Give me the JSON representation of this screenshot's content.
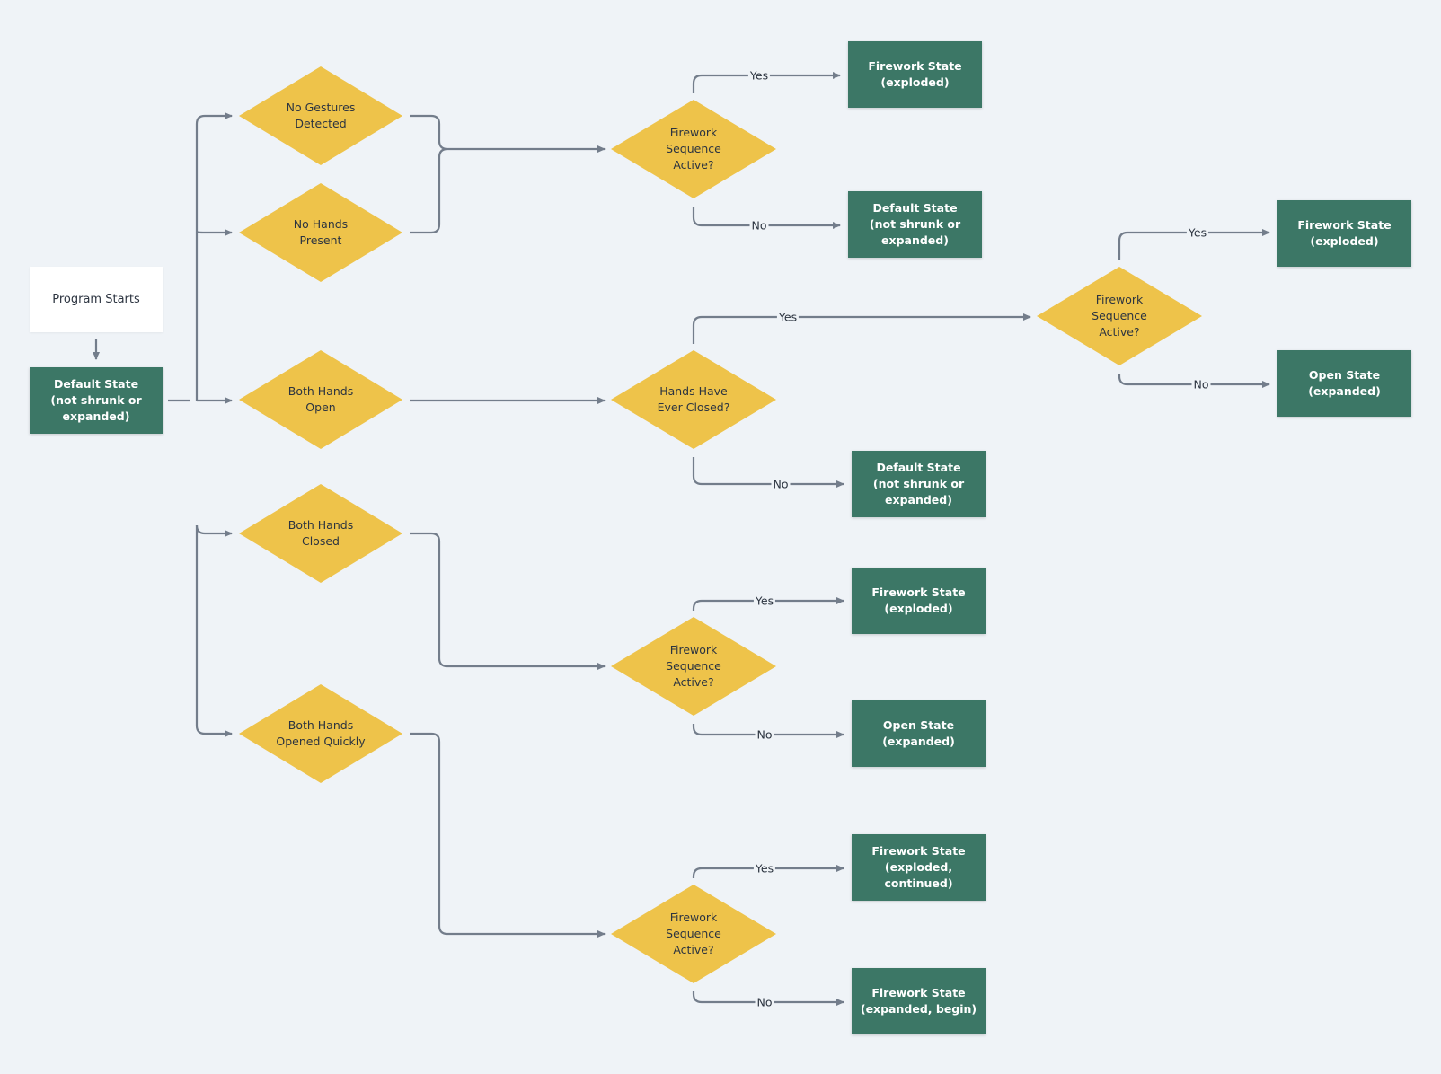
{
  "colors": {
    "background": "#eff3f7",
    "decision_fill": "#eec34a",
    "state_fill": "#3c7766",
    "start_fill": "#ffffff",
    "connector": "#737d8b",
    "text_dark": "#2c3440",
    "text_light": "#ffffff"
  },
  "start": {
    "label": "Program Starts"
  },
  "default_state": {
    "label": "Default State\n(not shrunk or\nexpanded)"
  },
  "gestures": [
    {
      "label": "No Gestures\nDetected"
    },
    {
      "label": "No Hands\nPresent"
    },
    {
      "label": "Both Hands\nOpen"
    },
    {
      "label": "Both Hands\nClosed"
    },
    {
      "label": "Both Hands\nOpened Quickly"
    }
  ],
  "decisions": [
    {
      "label": "Firework\nSequence\nActive?"
    },
    {
      "label": "Hands Have\nEver Closed?"
    },
    {
      "label": "Firework\nSequence\nActive?"
    },
    {
      "label": "Firework\nSequence\nActive?"
    },
    {
      "label": "Firework\nSequence\nActive?"
    }
  ],
  "outcomes": [
    {
      "label": "Firework State\n(exploded)"
    },
    {
      "label": "Default State\n(not shrunk or\nexpanded)"
    },
    {
      "label": "Firework State\n(exploded)"
    },
    {
      "label": "Open State\n(expanded)"
    },
    {
      "label": "Default State\n(not shrunk or\nexpanded)"
    },
    {
      "label": "Firework State\n(exploded)"
    },
    {
      "label": "Open State\n(expanded)"
    },
    {
      "label": "Firework State\n(exploded, continued)"
    },
    {
      "label": "Firework State\n(expanded, begin)"
    }
  ],
  "edge_labels": {
    "yes": "Yes",
    "no": "No"
  }
}
